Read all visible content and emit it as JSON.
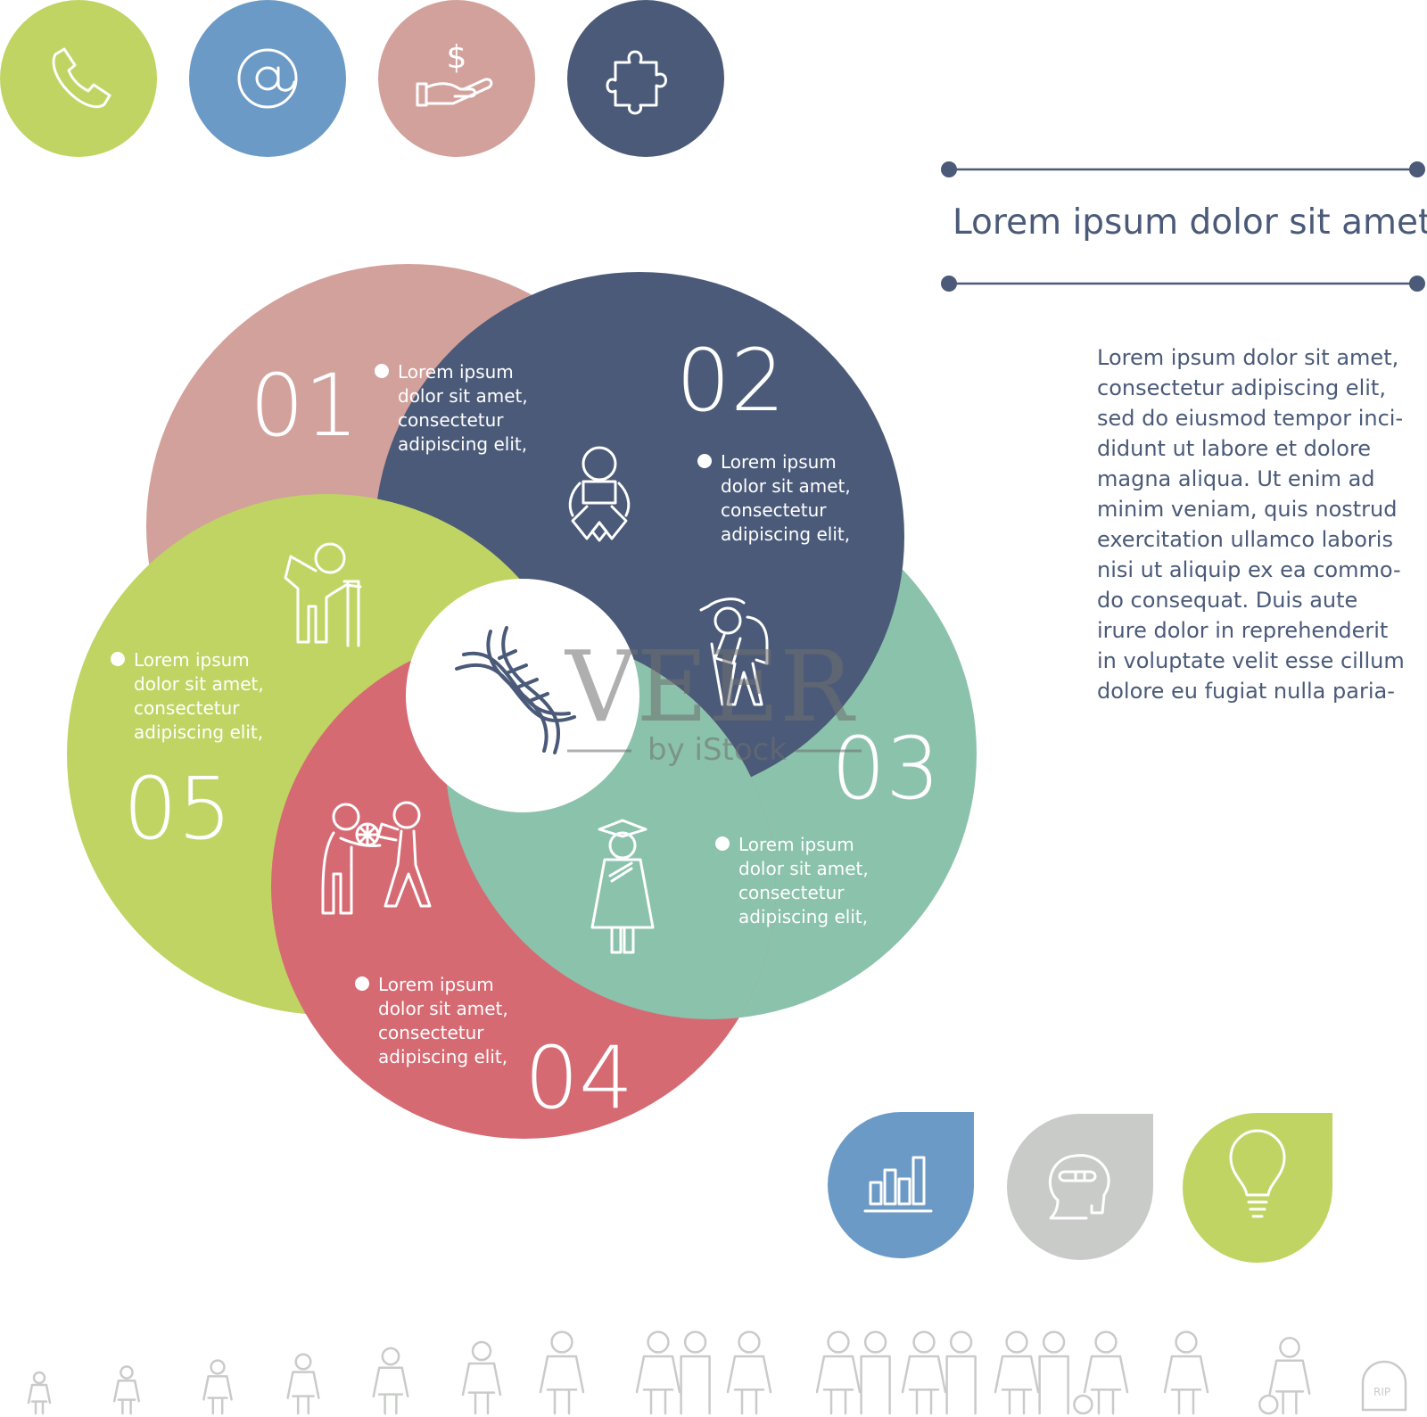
{
  "colors": {
    "green": "#c0d464",
    "blue": "#6b9ac6",
    "rose": "#d3a19c",
    "navy": "#4a5a78",
    "teal": "#8bc2ac",
    "red": "#d66a73",
    "gray": "#c9cbc9",
    "text": "#4a5a78"
  },
  "top_icons": [
    {
      "icon": "phone-icon",
      "color": "green"
    },
    {
      "icon": "at-sign-icon",
      "color": "blue"
    },
    {
      "icon": "dollar-hand-icon",
      "color": "rose"
    },
    {
      "icon": "puzzle-icon",
      "color": "navy"
    }
  ],
  "heading": "Lorem ipsum dolor sit amet,",
  "body_lines": [
    "Lorem ipsum dolor sit amet,",
    "consectetur adipiscing elit,",
    "sed do eiusmod tempor inci-",
    "didunt ut labore et dolore",
    "magna aliqua. Ut enim ad",
    "minim veniam, quis nostrud",
    "exercitation ullamco laboris",
    "nisi ut aliquip ex ea commo-",
    "do consequat. Duis aute",
    "irure dolor in reprehenderit",
    "in voluptate velit esse cillum",
    "dolore eu fugiat nulla paria-"
  ],
  "circles": [
    {
      "number": "01",
      "color": "rose",
      "icon": "baby-icon",
      "text": [
        "Lorem ipsum",
        "dolor sit amet,",
        "consectetur",
        "adipiscing elit,"
      ]
    },
    {
      "number": "02",
      "color": "navy",
      "icon": "hiker-icon",
      "text": [
        "Lorem ipsum",
        "dolor sit amet,",
        "consectetur",
        "adipiscing elit,"
      ]
    },
    {
      "number": "03",
      "color": "teal",
      "icon": "graduate-icon",
      "text": [
        "Lorem ipsum",
        "dolor sit amet,",
        "consectetur",
        "adipiscing elit,"
      ]
    },
    {
      "number": "04",
      "color": "red",
      "icon": "couple-gift-icon",
      "text": [
        "Lorem ipsum",
        "dolor sit amet,",
        "consectetur",
        "adipiscing elit,"
      ]
    },
    {
      "number": "05",
      "color": "green",
      "icon": "elderly-walker-icon",
      "text": [
        "Lorem ipsum",
        "dolor sit amet,",
        "consectetur",
        "adipiscing elit,"
      ]
    }
  ],
  "center_icon": "dna-icon",
  "drop_icons": [
    {
      "icon": "bar-chart-icon",
      "color": "blue"
    },
    {
      "icon": "brain-icon",
      "color": "gray"
    },
    {
      "icon": "lightbulb-icon",
      "color": "green"
    }
  ],
  "watermark": {
    "main": "VEER",
    "sub": "by iStock"
  },
  "timeline_icons": [
    "baby-sitting-icon",
    "baby-crawling-icon",
    "child-walking-icon",
    "child-football-icon",
    "child-reading-icon",
    "graduate-icon",
    "runner-briefcase-icon",
    "handshake-icon",
    "desk-worker-icon",
    "couple-gift-icon",
    "wedding-couple-icon",
    "family-icon",
    "stroller-icon",
    "elderly-walker-icon",
    "wheelchair-icon",
    "gravestone-icon"
  ],
  "gravestone_text": "RIP"
}
